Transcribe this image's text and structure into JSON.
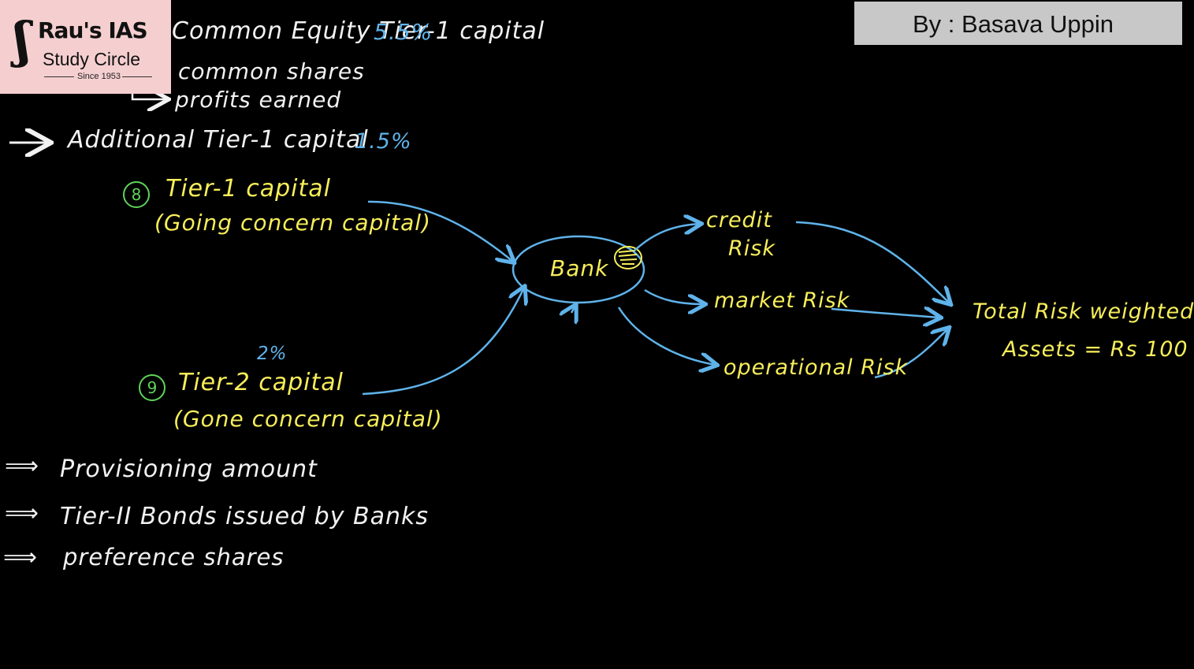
{
  "logo": {
    "brand": "Rau's IAS",
    "subtitle": "Study Circle",
    "since": "Since 1953"
  },
  "author": "By : Basava Uppin",
  "tier1_breakdown": {
    "cet1": {
      "label": "Common Equity Tier-1 capital",
      "pct": "5.5%"
    },
    "items": [
      "common shares",
      "profits earned"
    ],
    "at1": {
      "label": "Additional Tier-1 capital",
      "pct": "1.5%"
    }
  },
  "tier1": {
    "number": "8",
    "title": "Tier-1 capital",
    "subtitle": "(Going concern capital)"
  },
  "tier2": {
    "number": "9",
    "pct": "2%",
    "title": "Tier-2 capital",
    "subtitle": "(Gone concern capital)"
  },
  "center": "Bank",
  "risks": [
    "credit",
    "Risk",
    "market Risk",
    "operational Risk"
  ],
  "total": {
    "line1": "Total Risk weighted",
    "line2": "Assets = Rs 100"
  },
  "tier2_components": [
    "Provisioning amount",
    "Tier-II Bonds issued by Banks",
    "preference shares"
  ],
  "arrow_glyph": "⟹",
  "colors": {
    "white": "#f2f2f2",
    "yellow": "#f7ee5a",
    "blue": "#5fb3ea",
    "green": "#5fd35a"
  }
}
